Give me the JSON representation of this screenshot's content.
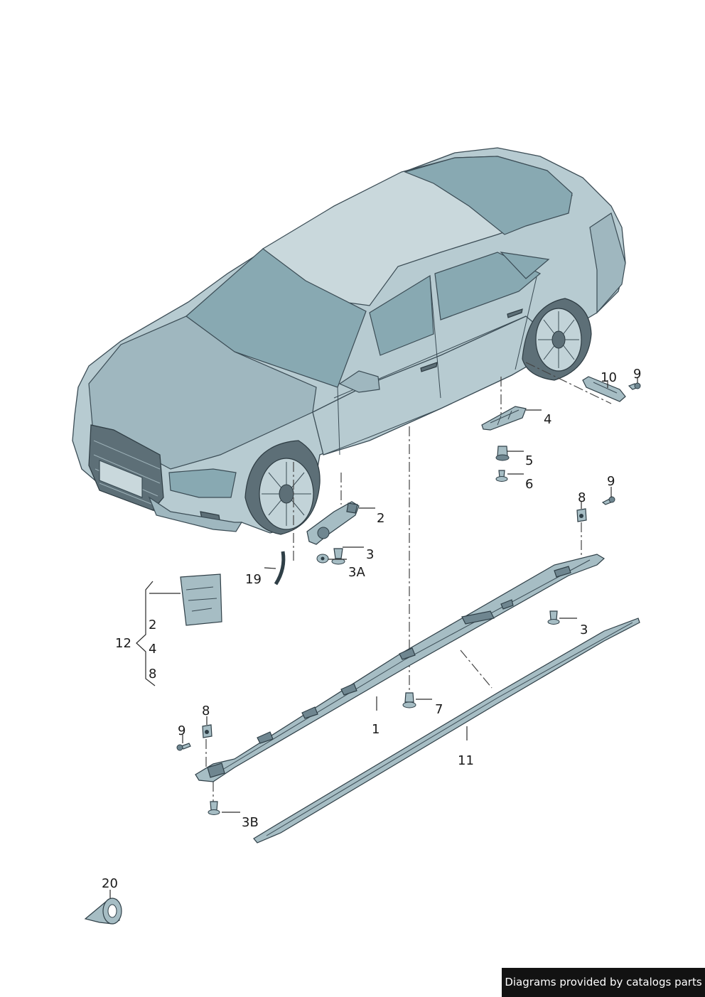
{
  "callouts": {
    "c1": "1",
    "c2a": "2",
    "c2b": "2",
    "c3a": "3",
    "c3b": "3",
    "c3A": "3A",
    "c3B": "3B",
    "c4a": "4",
    "c4b": "4",
    "c5": "5",
    "c6": "6",
    "c7": "7",
    "c8a": "8",
    "c8b": "8",
    "c8c": "8",
    "c9a": "9",
    "c9b": "9",
    "c9c": "9",
    "c10": "10",
    "c11": "11",
    "c12": "12",
    "c19": "19",
    "c20": "20"
  },
  "footer": {
    "credit": "Diagrams provided by catalogs parts"
  }
}
